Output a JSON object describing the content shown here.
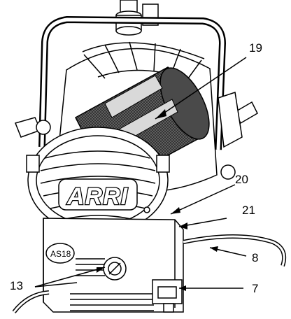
{
  "figure": {
    "brand_logo": "ARRI",
    "model_plate": "AS18",
    "callouts": [
      "19",
      "20",
      "21",
      "8",
      "13",
      "7"
    ]
  },
  "colors": {
    "line": "#000000",
    "background": "#ffffff",
    "mesh": "#555555",
    "mesh_light": "#d9d9d9"
  }
}
